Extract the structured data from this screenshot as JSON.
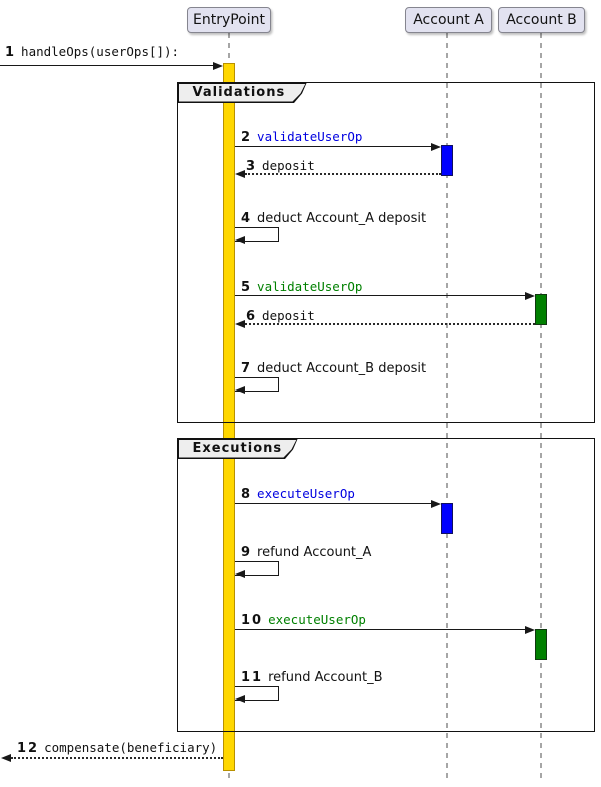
{
  "diagram": {
    "participants": [
      {
        "name": "EntryPoint"
      },
      {
        "name": "Account A"
      },
      {
        "name": "Account B"
      }
    ],
    "frames": [
      {
        "label": "Validations"
      },
      {
        "label": "Executions"
      }
    ],
    "messages": [
      {
        "num": "1",
        "label": "handleOps(userOps[]):"
      },
      {
        "num": "2",
        "label": "validateUserOp"
      },
      {
        "num": "3",
        "label": "deposit"
      },
      {
        "num": "4",
        "label": "deduct Account_A deposit"
      },
      {
        "num": "5",
        "label": "validateUserOp"
      },
      {
        "num": "6",
        "label": "deposit"
      },
      {
        "num": "7",
        "label": "deduct Account_B deposit"
      },
      {
        "num": "8",
        "label": "executeUserOp"
      },
      {
        "num": "9",
        "label": "refund Account_A"
      },
      {
        "num": "10",
        "label": "executeUserOp"
      },
      {
        "num": "11",
        "label": "refund Account_B"
      },
      {
        "num": "12",
        "label": "compensate(beneficiary)"
      }
    ],
    "colors": {
      "participant_fill": "#E2E2F0",
      "lifeline": "#A6A6A6",
      "activation_entrypoint": "#FFD700",
      "activation_account_a": "#0000FF",
      "activation_account_b": "#008000",
      "message_text_blue": "#0000E0",
      "message_text_green": "#008000",
      "frame_border": "#121212",
      "frame_label_fill": "#EEEEEE",
      "arrow": "#181818"
    }
  }
}
